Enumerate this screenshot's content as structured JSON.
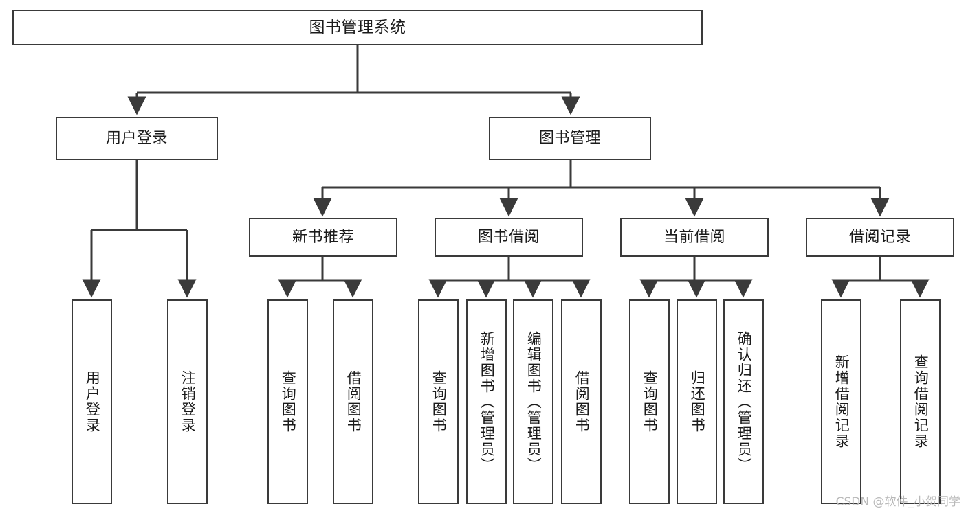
{
  "diagram": {
    "title": "图书管理系统",
    "type": "hierarchy-tree",
    "colors": {
      "box_border": "#3a3a3a",
      "box_fill": "#ffffff",
      "connector": "#3a3a3a",
      "text": "#1b1b1b",
      "watermark": "#b9b9b9",
      "background": "#ffffff"
    },
    "root": {
      "label": "图书管理系统"
    },
    "level2": [
      {
        "label": "用户登录"
      },
      {
        "label": "图书管理"
      }
    ],
    "level3": [
      {
        "label": "新书推荐"
      },
      {
        "label": "图书借阅"
      },
      {
        "label": "当前借阅"
      },
      {
        "label": "借阅记录"
      }
    ],
    "leaves": {
      "user_login": [
        {
          "label": "用户登录"
        },
        {
          "label": "注销登录"
        }
      ],
      "new_book_recommend": [
        {
          "label": "查询图书"
        },
        {
          "label": "借阅图书"
        }
      ],
      "book_borrow": [
        {
          "label": "查询图书"
        },
        {
          "label": "新增图书（管理员）"
        },
        {
          "label": "编辑图书（管理员）"
        },
        {
          "label": "借阅图书"
        }
      ],
      "current_borrow": [
        {
          "label": "查询图书"
        },
        {
          "label": "归还图书"
        },
        {
          "label": "确认归还（管理员）"
        }
      ],
      "borrow_record": [
        {
          "label": "新增借阅记录"
        },
        {
          "label": "查询借阅记录"
        }
      ]
    },
    "watermark": "CSDN @软件_小贺同学"
  }
}
